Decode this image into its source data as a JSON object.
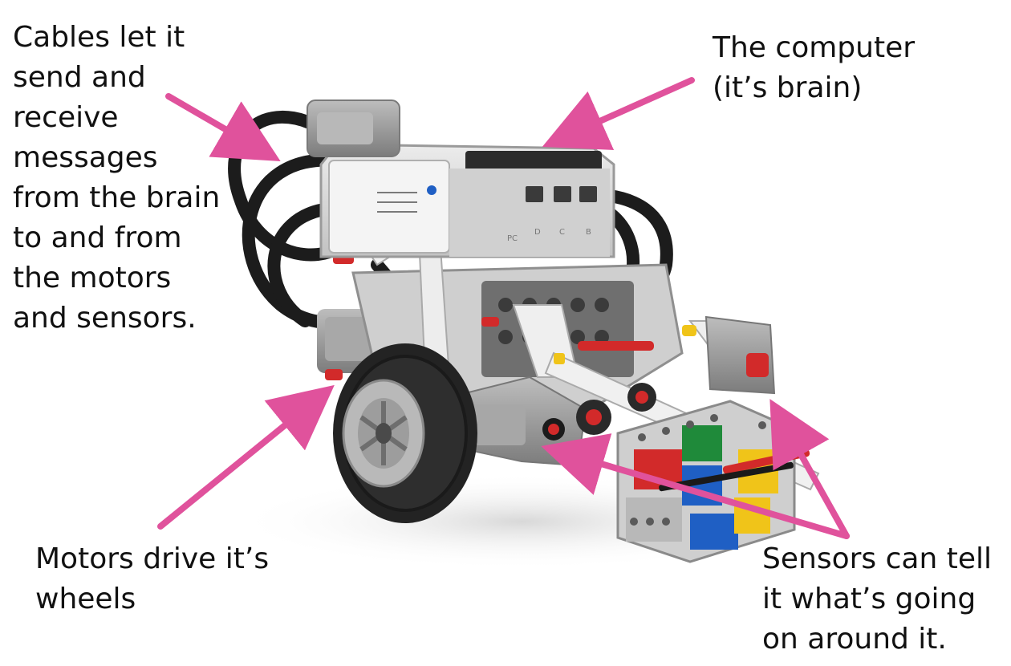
{
  "labels": {
    "cables": {
      "lines": [
        "Cables let it",
        "send and",
        "receive",
        "messages",
        "from the brain",
        "to and from",
        "the motors",
        "and sensors."
      ]
    },
    "computer": {
      "lines": [
        "The computer",
        "(it’s brain)"
      ]
    },
    "motors": {
      "lines": [
        "Motors drive it’s",
        "wheels"
      ]
    },
    "sensors": {
      "lines": [
        "Sensors can tell",
        "it what’s going",
        "on around it."
      ]
    }
  },
  "colors": {
    "arrow": "#e0529c",
    "text": "#111111",
    "plastic_light": "#d9d9d9",
    "plastic_gray": "#9a9a9a",
    "plastic_dark": "#5a5a5a",
    "tire": "#2a2a2a",
    "cable": "#1c1c1c",
    "accent_red": "#d22a2a",
    "accent_blue": "#1f5fc4",
    "accent_green": "#1f8a3a",
    "accent_yellow": "#f0c419"
  },
  "brick_ports": [
    "PC",
    "D",
    "C",
    "B"
  ],
  "icons": [
    "robot-image"
  ]
}
